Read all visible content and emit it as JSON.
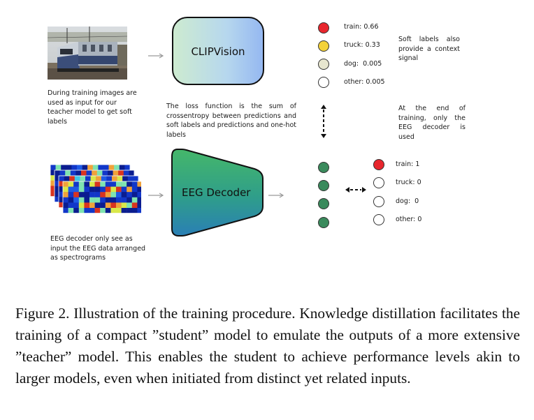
{
  "teacher": {
    "image_caption": "During training images are used as input for our teacher model to get soft labels",
    "model_label": "CLIPVision",
    "soft_labels": [
      {
        "label": "train: 0.66",
        "color": "#e8262d"
      },
      {
        "label": "truck: 0.33",
        "color": "#f4d23a"
      },
      {
        "label": "dog:  0.005",
        "color": "#e7e6cf"
      },
      {
        "label": "other: 0.005",
        "color": "#ffffff"
      }
    ],
    "soft_label_note": "Soft labels also provide a context signal"
  },
  "loss_note": "The loss function is the sum of crossentropy between predictions and soft labels and predictions and one-hot labels",
  "end_note": "At the end of training, only the EEG decoder is used",
  "student": {
    "input_caption": "EEG decoder only see as input the EEG data arranged as spectrograms",
    "model_label": "EEG Decoder",
    "output_color": "#3a8a5c",
    "hard_labels": [
      {
        "label": "train: 1",
        "color": "#e8262d"
      },
      {
        "label": "truck: 0",
        "color": "#ffffff"
      },
      {
        "label": "dog:  0",
        "color": "#ffffff"
      },
      {
        "label": "other: 0",
        "color": "#ffffff"
      }
    ]
  },
  "caption": "Figure 2. Illustration of the training procedure. Knowledge distillation facilitates the training of a compact ”student” model to emulate the outputs of a more extensive ”teacher” model. This enables the student to achieve performance levels akin to larger models, even when initiated from distinct yet related inputs."
}
